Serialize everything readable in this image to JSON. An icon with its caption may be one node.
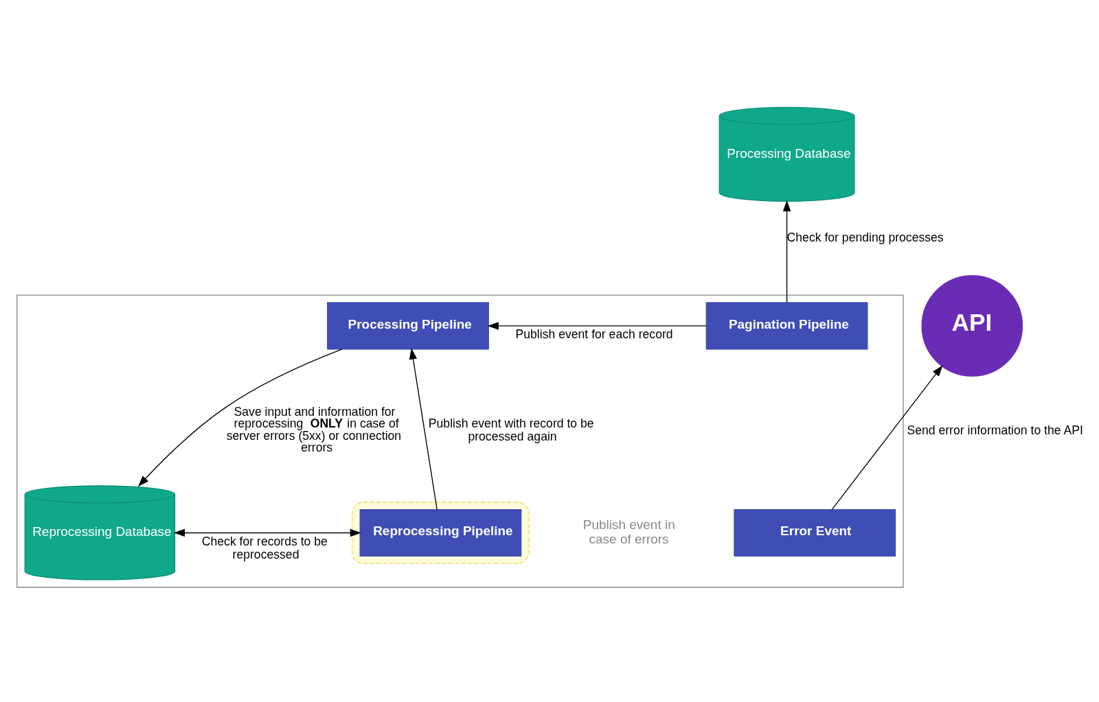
{
  "diagram": {
    "nodes": [
      {
        "text": [
          "Processing Database"
        ]
      },
      {
        "text": [
          "API"
        ]
      },
      {
        "text": [],
        "shape": "box"
      },
      {
        "text": [
          "Pagination Pipeline"
        ],
        "in": 2
      },
      {
        "text": [
          "Processing Pipeline"
        ],
        "in": 2
      },
      {
        "text": [
          "Error Event"
        ],
        "in": 2
      },
      {
        "text": [],
        "shape": "box",
        "in": 2
      },
      {
        "text": [
          "Reprocessing Pipeline"
        ],
        "in": 6
      },
      {
        "text": [
          "Reprocessing Database"
        ],
        "in": 2
      }
    ],
    "edges": [
      {
        "from": 3,
        "to": 0,
        "arrow": "to",
        "label": "Check for pending processes"
      },
      {
        "from": 3,
        "to": 4,
        "arrow": "to",
        "label": "Publish event for each record"
      },
      {
        "from": 4,
        "to": 8,
        "arrow": "to",
        "label": "Save input and information for reprocessing **ONLY** in case of server errors (5xx) or connection errors"
      },
      {
        "from": 7,
        "to": 4,
        "arrow": "to",
        "label": "Publish event with record to be processed again"
      },
      {
        "from": 7,
        "to": 8,
        "arrow": "both",
        "label": "Check for records to be reprocessed"
      },
      {
        "from": 5,
        "to": 1,
        "arrow": "to",
        "label": "Send error information to the API"
      }
    ],
    "labels": [
      "Publish event in case of errors"
    ]
  }
}
